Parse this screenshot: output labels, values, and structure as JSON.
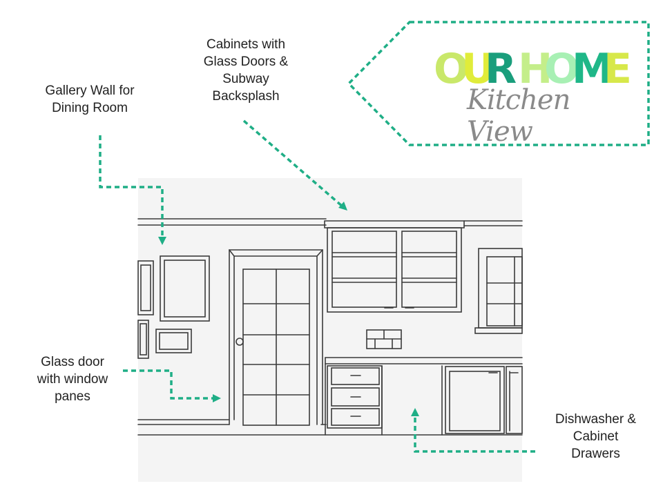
{
  "header": {
    "title_letters": [
      {
        "char": "O",
        "color": "#c9e86a"
      },
      {
        "char": "U",
        "color": "#e0ec3a"
      },
      {
        "char": "R",
        "color": "#1a9e7c"
      },
      {
        "char": " ",
        "color": "#ffffff"
      },
      {
        "char": "H",
        "color": "#c4ee8a"
      },
      {
        "char": "O",
        "color": "#a8f0b4"
      },
      {
        "char": "M",
        "color": "#1fb788"
      },
      {
        "char": "E",
        "color": "#d7e84a"
      }
    ],
    "subtitle": "Kitchen View"
  },
  "labels": {
    "gallery_wall": [
      "Gallery Wall for",
      "Dining Room"
    ],
    "cabinets": [
      "Cabinets with",
      "Glass Doors &",
      "Subway",
      "Backsplash"
    ],
    "glass_door": [
      "Glass door",
      "with window",
      "panes"
    ],
    "dishwasher": [
      "Dishwasher &",
      "Cabinet",
      "Drawers"
    ]
  },
  "colors": {
    "arrow": "#1fae86",
    "sketch_line": "#3a3a3a",
    "paper": "#f4f4f4"
  }
}
